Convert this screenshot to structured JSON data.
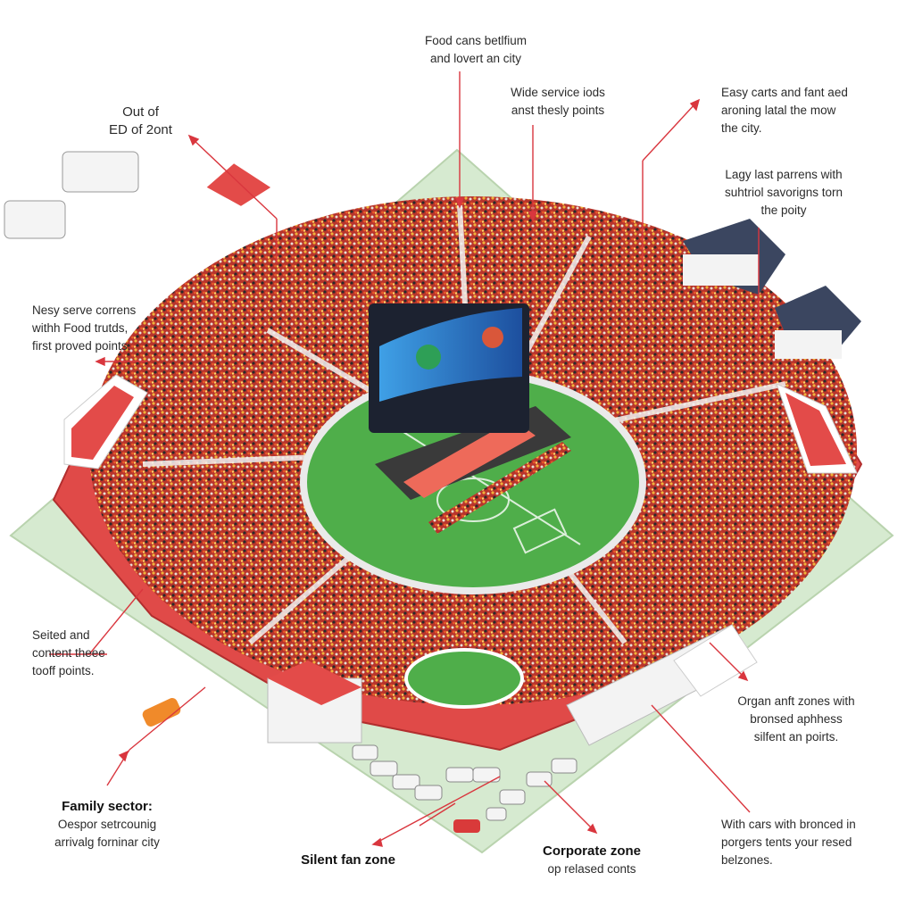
{
  "colors": {
    "accent_red": "#e23a3a",
    "field_green": "#4fae4a",
    "ground_green": "#cfe6c2",
    "screen_blue": "#1f6fc1",
    "roof_navy": "#3b4660",
    "annotation_line": "#d9363e"
  },
  "annotations": [
    {
      "id": "food-top",
      "lines": [
        "Food cans betlfium",
        "and lovert an city"
      ]
    },
    {
      "id": "wide-service",
      "lines": [
        "Wide service iods",
        "anst thesly points"
      ]
    },
    {
      "id": "easy-carts",
      "lines": [
        "Easy carts and fant aed",
        "aroning latal the mow",
        "the city."
      ]
    },
    {
      "id": "out-of-zone",
      "lines": [
        "Out of",
        "ED of 2ont"
      ]
    },
    {
      "id": "lagy-last",
      "lines": [
        "Lagy last parrens with",
        "suhtriol savorigns torn",
        "the poity"
      ]
    },
    {
      "id": "nesy-serve",
      "lines": [
        "Nesy serve correns",
        "withh Food trutds,",
        "first proved points."
      ]
    },
    {
      "id": "seited",
      "lines": [
        "Seited and",
        "content theee",
        "tooff points."
      ]
    },
    {
      "id": "organ",
      "lines": [
        "Organ anft zones with",
        "bronsed aphhess",
        "silfent an poirts."
      ]
    },
    {
      "id": "family",
      "lines": [
        "Family sector:",
        "Oespor setrcounig",
        "arrivalg forninar city"
      ]
    },
    {
      "id": "silent",
      "lines": [
        "Silent fan zone"
      ]
    },
    {
      "id": "corporate",
      "lines": [
        "Corporate zone",
        "op relased conts"
      ]
    },
    {
      "id": "with-cars",
      "lines": [
        "With cars with bronced in",
        "porgers tents your resed",
        "belzones."
      ]
    }
  ]
}
